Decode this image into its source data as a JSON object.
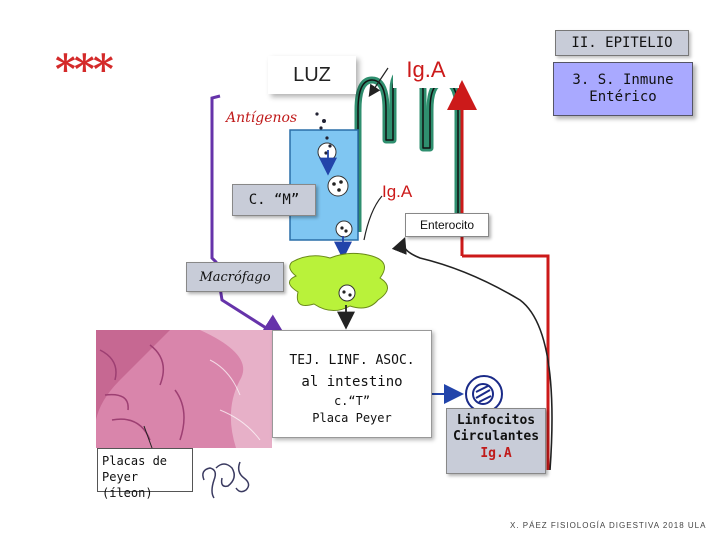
{
  "stars": "***",
  "labels": {
    "luz": "LUZ",
    "iga_top": "Ig.A",
    "epitelio": "II. EPITELIO",
    "inmune_line1": "3. S. Inmune",
    "inmune_line2": "Entérico",
    "antigenos": "Antígenos",
    "celula_m": "C. “M”",
    "iga_mid": "Ig.A",
    "enterocito": "Enterocito",
    "macrofago": "Macrófago",
    "tej_line1": "TEJ. LINF. ASOC.",
    "tej_line2": "al intestino",
    "tej_line3": "c.“T”",
    "tej_line4": "Placa Peyer",
    "placas_line1": "Placas de",
    "placas_line2": "Peyer (íleon)",
    "linf_line1": "Linfocitos",
    "linf_line2": "Circulantes",
    "linf_line3": "Ig.A"
  },
  "footer": "X. PÁEZ  FISIOLOGÍA DIGESTIVA 2018  ULA",
  "colors": {
    "red": "#cc1a1a",
    "blue_box": "#a9a9ff",
    "grey_box": "#c8ccd8",
    "villus_green": "#2f8f6f",
    "mcell_blue": "#7fc6f2",
    "macrophage_green": "#b9f23a",
    "arrow_purple": "#6633aa"
  }
}
